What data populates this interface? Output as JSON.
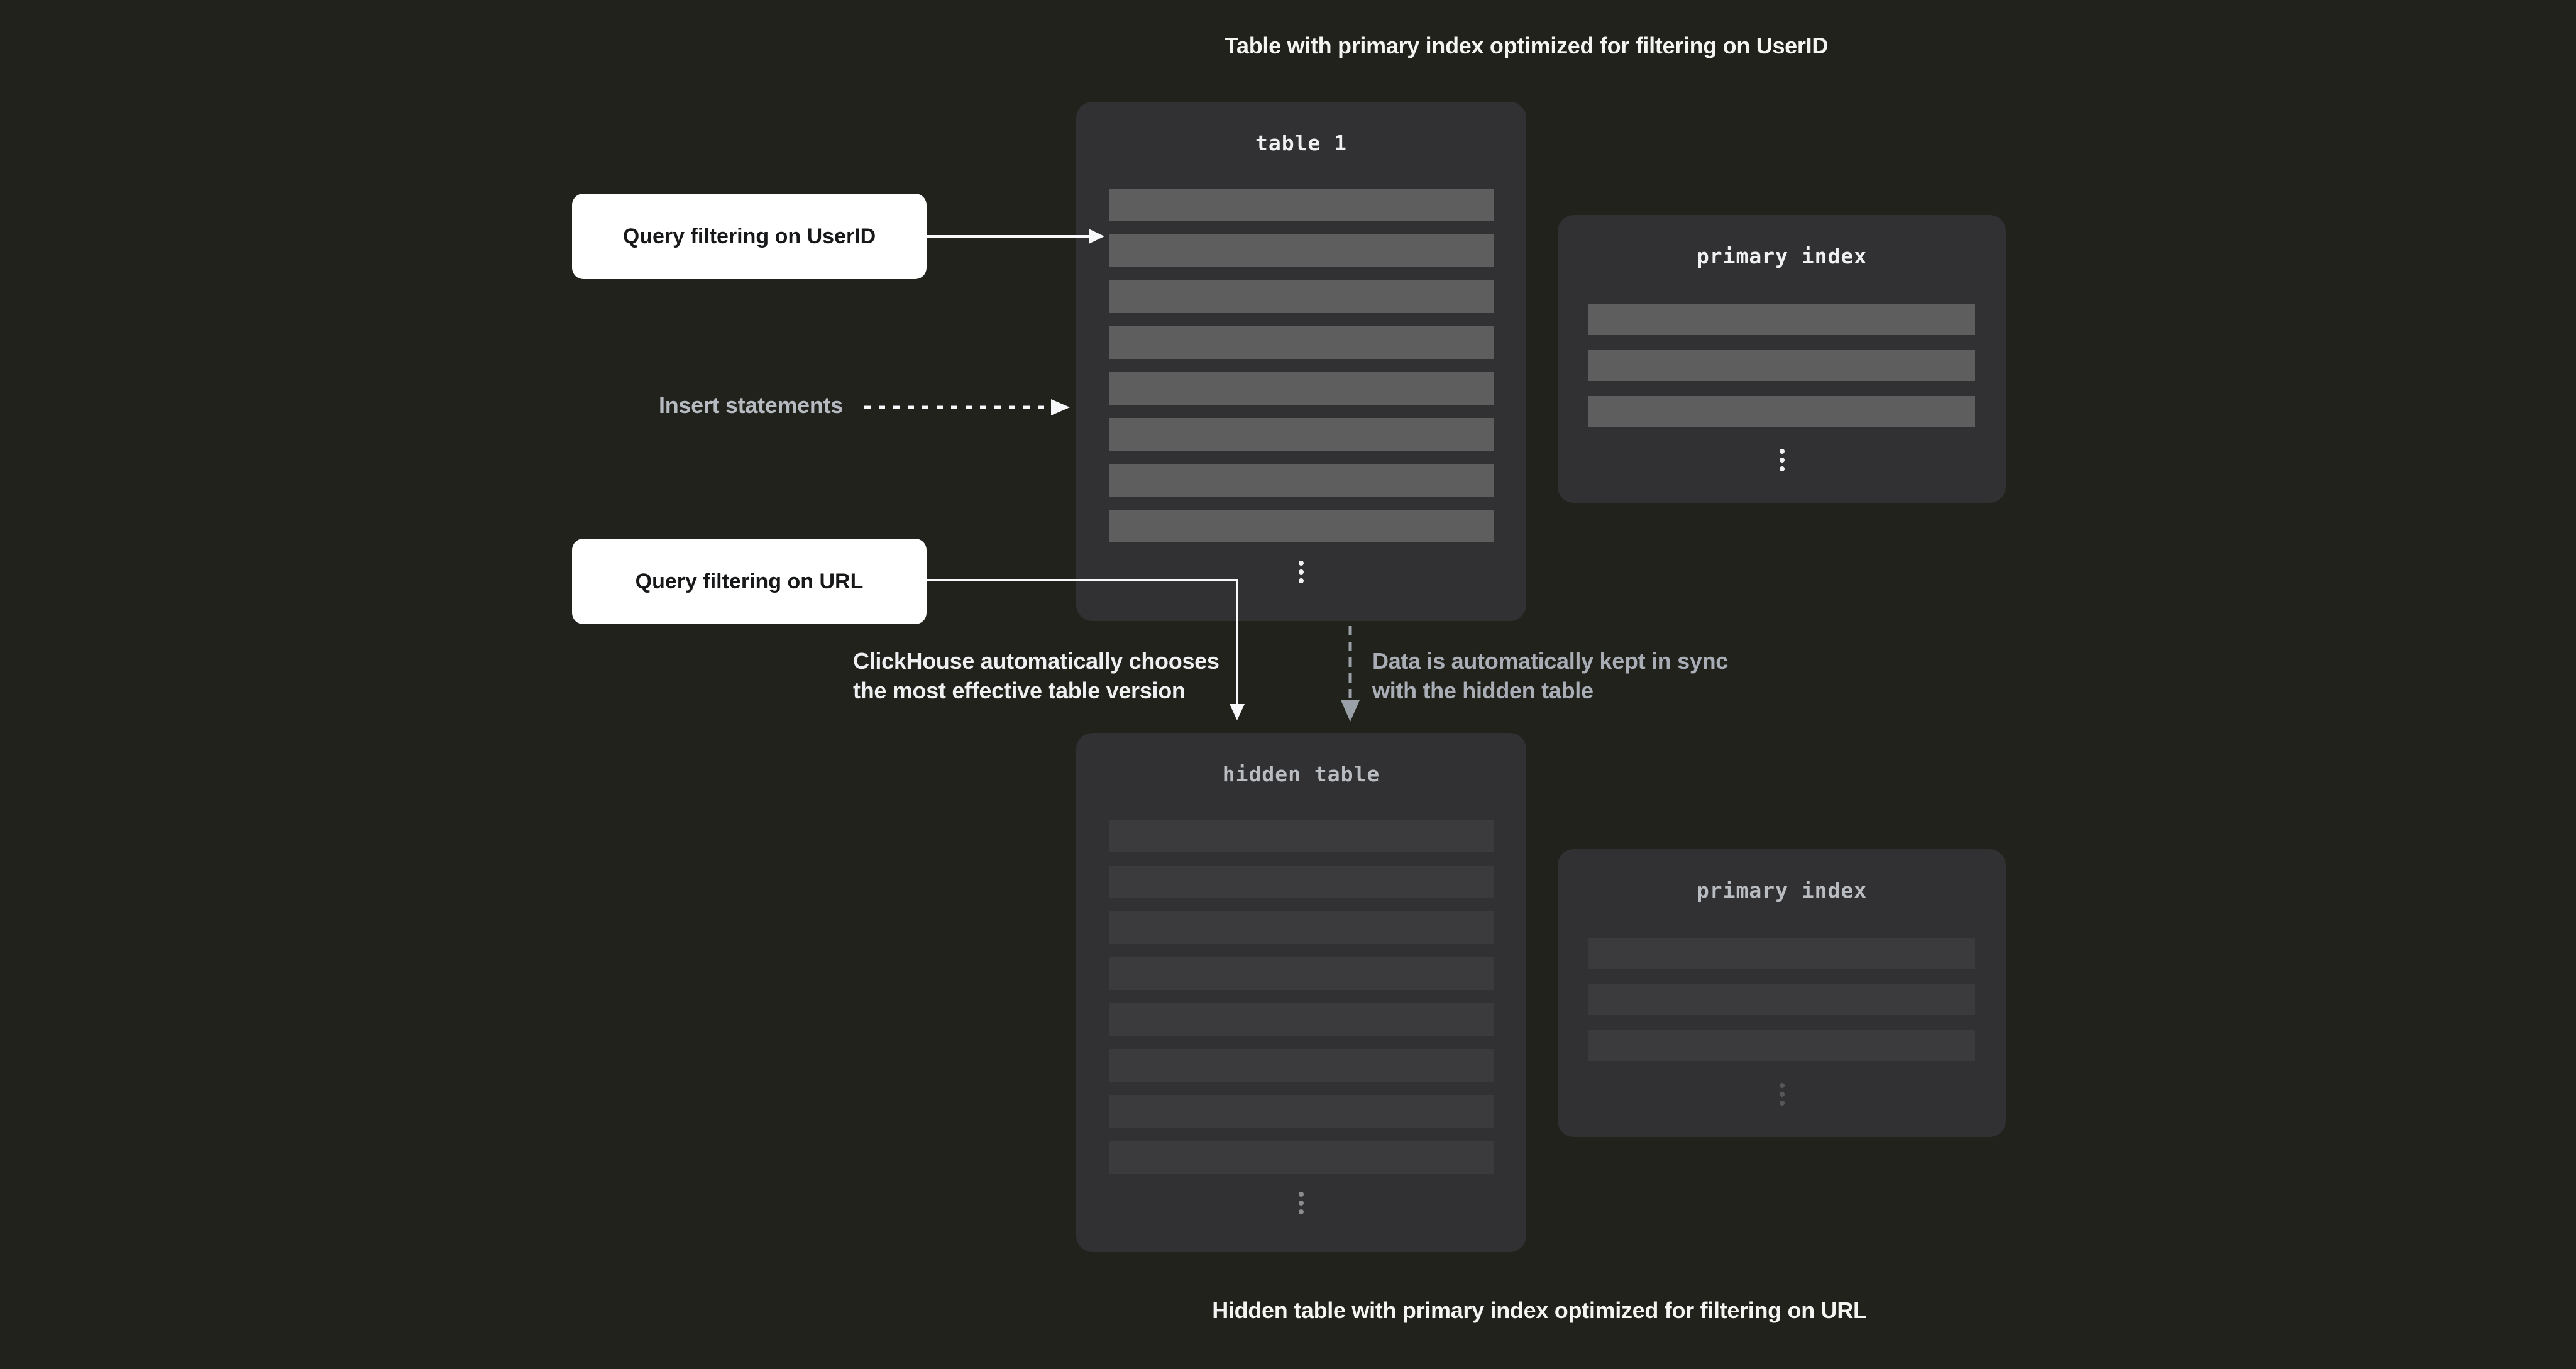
{
  "titles": {
    "top": "Table with primary index optimized for filtering on UserID",
    "bottom": "Hidden table with primary index optimized for filtering on URL"
  },
  "boxes": {
    "table1": {
      "label": "table 1",
      "row_count": 8
    },
    "primary_index_top": {
      "label": "primary index",
      "row_count": 3
    },
    "hidden_table": {
      "label": "hidden table",
      "row_count": 8
    },
    "primary_index_bottom": {
      "label": "primary index",
      "row_count": 3
    }
  },
  "callouts": {
    "query_userid": "Query filtering on UserID",
    "query_url": "Query filtering on URL",
    "insert_statements": "Insert statements"
  },
  "annotations": {
    "chooses_line1": "ClickHouse automatically chooses",
    "chooses_line2": "the most effective table version",
    "sync_line1": "Data is automatically kept in sync",
    "sync_line2": "with the hidden table"
  },
  "colors": {
    "bg": "#21221b",
    "card": "#313134",
    "row_bright": "#5e5e5e",
    "row_dim": "#3b3b3d",
    "callout_bg": "#ffffff",
    "callout_text": "#17181a",
    "title_text": "#f4f5f3",
    "mono_bright": "#eff0f2",
    "mono_dim": "#b9bdc2",
    "annotation_bright": "#edeff1",
    "annotation_gray": "#a9adb6",
    "label_gray": "#b6bac1",
    "arrow_white": "#f7f8f9",
    "arrow_gray": "#9aa0a7",
    "dots_bright": "#f2f2f2",
    "dots_mid": "#8d8d8d",
    "dots_dim": "#575757"
  }
}
